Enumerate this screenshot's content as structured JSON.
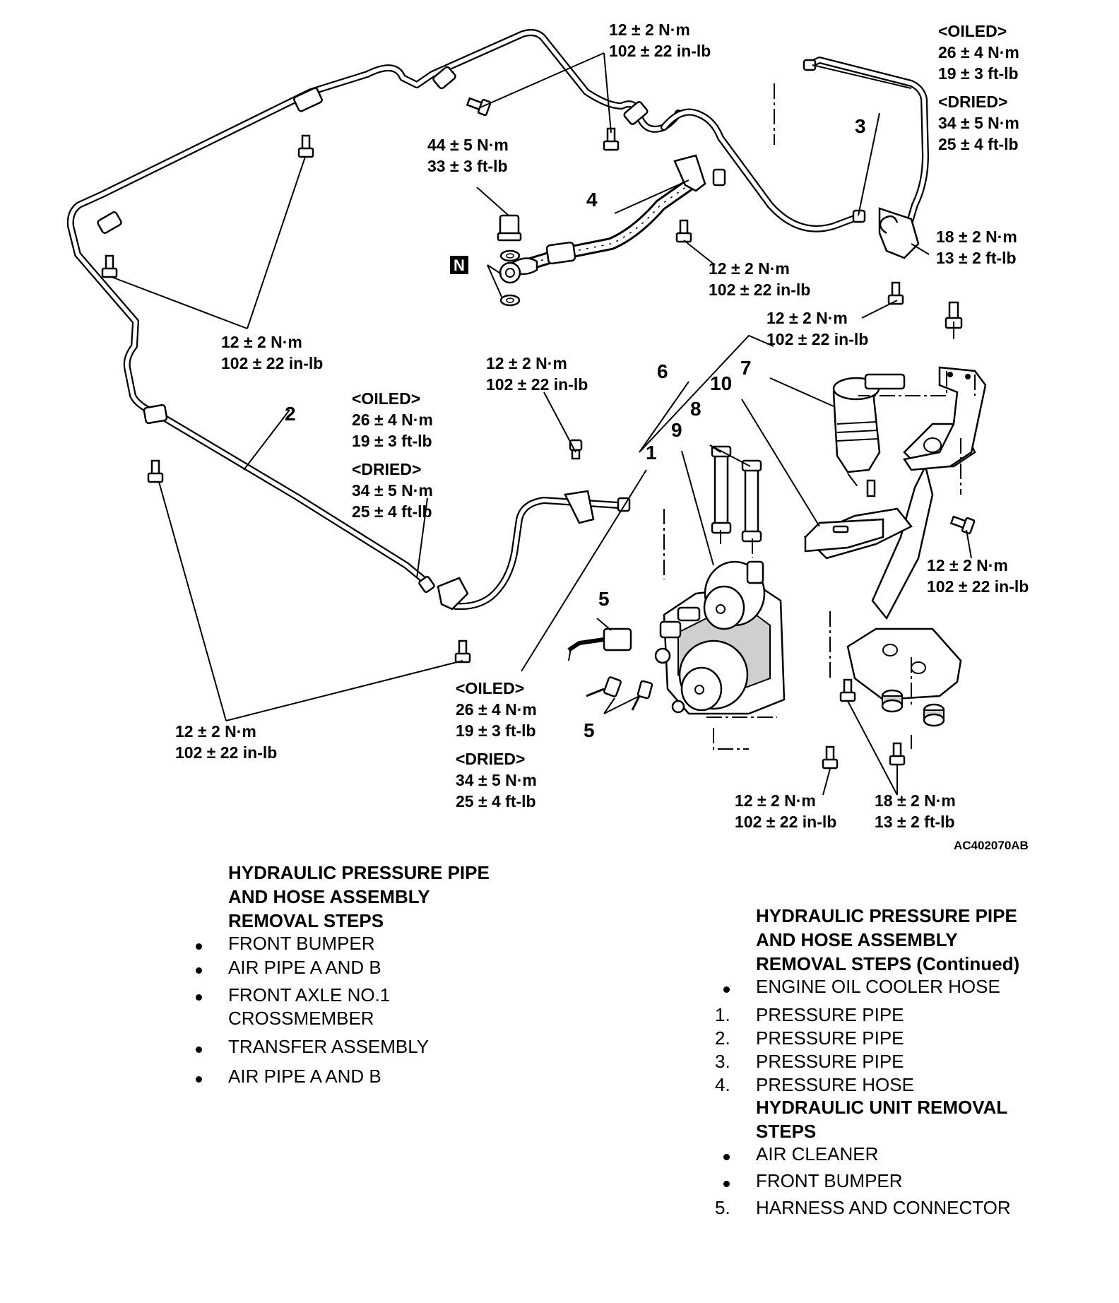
{
  "figure_code": "AC402070AB",
  "callouts": {
    "c1": "1",
    "c2": "2",
    "c3": "3",
    "c4": "4",
    "c5a": "5",
    "c5b": "5",
    "c6": "6",
    "c7": "7",
    "c8": "8",
    "c9": "9",
    "c10": "10",
    "n_mark": "N"
  },
  "torques": {
    "t_top_mid": [
      "12 ± 2 N·m",
      "102 ± 22 in-lb"
    ],
    "t_top_right": [
      "<OILED>",
      "26 ± 4 N·m",
      "19 ± 3 ft-lb",
      "<DRIED>",
      "34 ± 5 N·m",
      "25 ± 4 ft-lb"
    ],
    "t_banjo": [
      "44 ± 5 N·m",
      "33 ± 3 ft-lb"
    ],
    "t_hose_clamp": [
      "12 ± 2 N·m",
      "102 ± 22 in-lb"
    ],
    "t_right_bracket": [
      "18 ± 2 N·m",
      "13 ± 2 ft-lb"
    ],
    "t_right_bolt": [
      "12 ± 2 N·m",
      "102 ± 22 in-lb"
    ],
    "t_left_upper": [
      "12 ± 2 N·m",
      "102 ± 22 in-lb"
    ],
    "t_mid_pipe": [
      "12 ± 2 N·m",
      "102 ± 22 in-lb"
    ],
    "t_left_flare": [
      "<OILED>",
      "26 ± 4 N·m",
      "19 ± 3 ft-lb",
      "<DRIED>",
      "34 ± 5 N·m",
      "25 ± 4 ft-lb"
    ],
    "t_unit_side": [
      "12 ± 2 N·m",
      "102 ± 22 in-lb"
    ],
    "t_left_lower": [
      "12 ± 2 N·m",
      "102 ± 22 in-lb"
    ],
    "t_unit_flare": [
      "<OILED>",
      "26 ± 4 N·m",
      "19 ± 3 ft-lb",
      "<DRIED>",
      "34 ± 5 N·m",
      "25 ± 4 ft-lb"
    ],
    "t_bottom_bolt": [
      "12 ± 2 N·m",
      "102 ± 22 in-lb"
    ],
    "t_bottom_mount": [
      "18 ± 2 N·m",
      "13 ± 2 ft-lb"
    ]
  },
  "steps_left": {
    "heading": "HYDRAULIC PRESSURE PIPE\nAND HOSE ASSEMBLY\nREMOVAL STEPS",
    "items": [
      {
        "marker": "•",
        "text": "FRONT BUMPER"
      },
      {
        "marker": "•",
        "text": "AIR PIPE A AND B"
      },
      {
        "marker": "•",
        "text": "FRONT AXLE NO.1\nCROSSMEMBER"
      },
      {
        "marker": "•",
        "text": "TRANSFER ASSEMBLY"
      },
      {
        "marker": "•",
        "text": "AIR PIPE A AND B"
      }
    ]
  },
  "steps_right": {
    "heading": "HYDRAULIC PRESSURE PIPE\nAND HOSE ASSEMBLY\nREMOVAL STEPS (Continued)",
    "items": [
      {
        "marker": "•",
        "text": "ENGINE OIL COOLER HOSE"
      },
      {
        "marker": "1.",
        "text": "PRESSURE PIPE"
      },
      {
        "marker": "2.",
        "text": "PRESSURE PIPE"
      },
      {
        "marker": "3.",
        "text": "PRESSURE PIPE"
      },
      {
        "marker": "4.",
        "text": "PRESSURE HOSE"
      }
    ],
    "subheading": "HYDRAULIC UNIT REMOVAL\nSTEPS",
    "subitems": [
      {
        "marker": "•",
        "text": "AIR CLEANER"
      },
      {
        "marker": "•",
        "text": "FRONT BUMPER"
      },
      {
        "marker": "5.",
        "text": "HARNESS AND CONNECTOR"
      }
    ]
  }
}
